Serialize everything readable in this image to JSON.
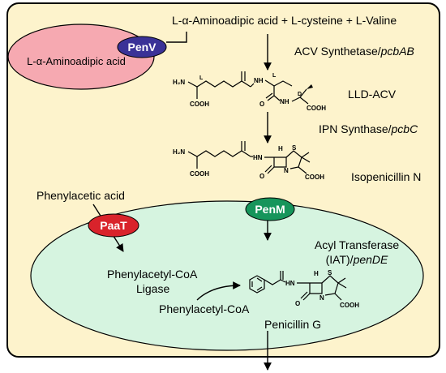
{
  "colors": {
    "cell_fill": "#fdf3cc",
    "vacuole_fill": "#f6a9b1",
    "peroxisome_fill": "#d6f4e0",
    "penv_fill": "#3a3297",
    "paat_fill": "#d9232b",
    "penm_fill": "#16955b"
  },
  "vacuole": {
    "label": "L-α-Aminoadipic acid"
  },
  "transporters": {
    "penv": "PenV",
    "paat": "PaaT",
    "penm": "PenM"
  },
  "substrates": {
    "aminoadipic": "L-α-Aminoadipic acid",
    "plus1": " + ",
    "cysteine": "L-cysteine",
    "plus2": " + ",
    "valine": "L-Valine"
  },
  "enzymes": {
    "acv_synthetase": "ACV Synthetase/",
    "acv_gene": "pcbAB",
    "ipn_synthase": "IPN Synthase/",
    "ipn_gene": "pcbC",
    "acyl_transferase_1": "Acyl Transferase",
    "acyl_transferase_2a": "(IAT)/",
    "acyl_transferase_gene": "penDE",
    "ligase_1": "Phenylacetyl-CoA",
    "ligase_2": "Ligase"
  },
  "compounds": {
    "lld_acv": "LLD-ACV",
    "isopenicillin_n": "Isopenicillin N",
    "phenylacetic_acid": "Phenylacetic acid",
    "phenylacetyl_coa": "Phenylacetyl-CoA",
    "penicillin_g": "Penicillin G"
  },
  "chem_labels": {
    "h2n": "H₂N",
    "cooh": "COOH",
    "nh": "NH",
    "hn": "HN",
    "l": "L",
    "d": "D",
    "o": "O",
    "n": "N",
    "s": "S",
    "h": "H"
  }
}
